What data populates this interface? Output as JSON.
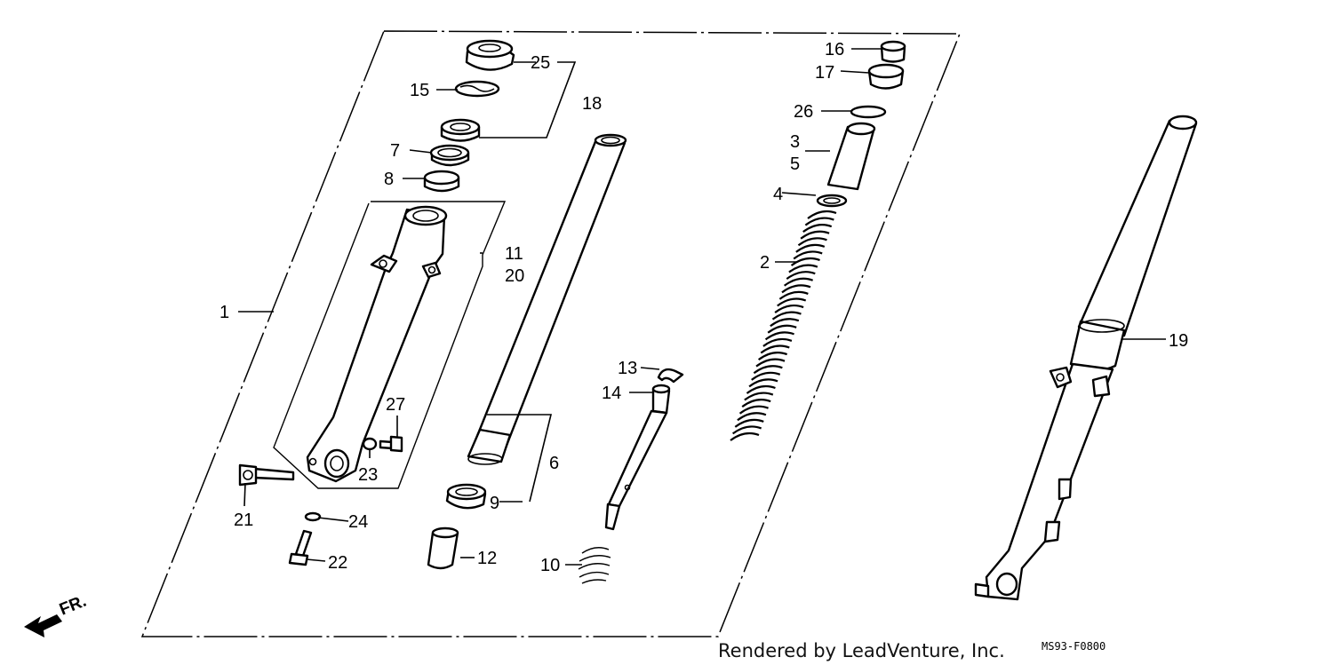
{
  "diagram": {
    "callouts": {
      "p1": "1",
      "p2": "2",
      "p3": "3",
      "p4": "4",
      "p5": "5",
      "p6": "6",
      "p7": "7",
      "p8": "8",
      "p9": "9",
      "p10": "10",
      "p11": "11",
      "p12": "12",
      "p13": "13",
      "p14": "14",
      "p15": "15",
      "p16": "16",
      "p17": "17",
      "p18": "18",
      "p19": "19",
      "p20": "20",
      "p21": "21",
      "p22": "22",
      "p23": "23",
      "p24": "24",
      "p25": "25",
      "p26": "26",
      "p27": "27"
    },
    "direction_label": "FR.",
    "credit": "Rendered by LeadVenture, Inc.",
    "diagram_code": "MS93-F0800"
  }
}
